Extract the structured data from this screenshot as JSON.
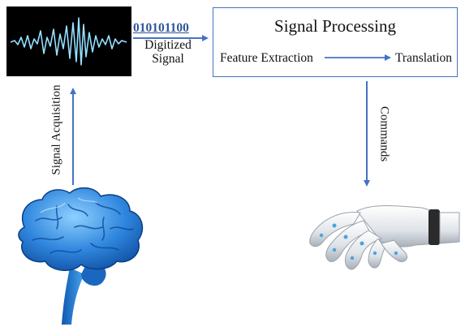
{
  "digitized": {
    "code": "010101100",
    "label_line1": "Digitized",
    "label_line2": "Signal"
  },
  "processing": {
    "title": "Signal Processing",
    "feature_extraction": "Feature Extraction",
    "translation": "Translation"
  },
  "labels": {
    "signal_acquisition": "Signal Acquisition",
    "commands": "Commands"
  },
  "colors": {
    "arrow": "#4472c4",
    "wave": "#7fd8ff",
    "brain": "#1f6fc4",
    "hand": "#e6e8ec"
  },
  "icons": {
    "waveform": "eeg-waveform-icon",
    "brain": "brain-icon",
    "hand": "robotic-hand-icon"
  }
}
